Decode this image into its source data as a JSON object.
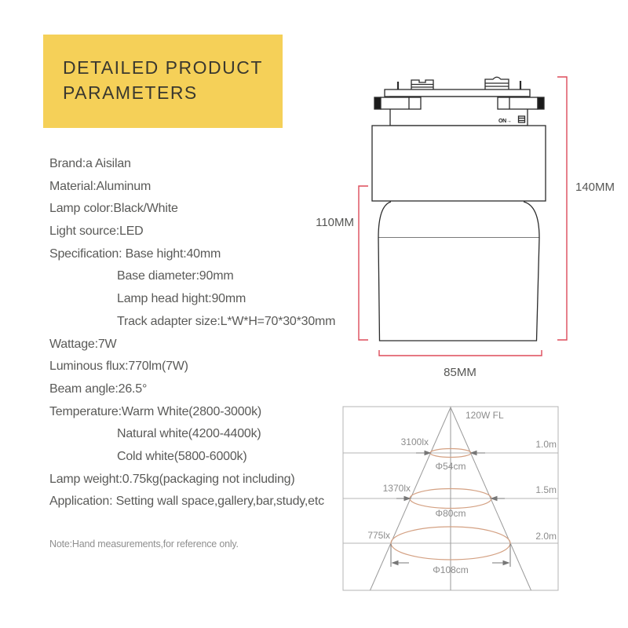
{
  "header": {
    "title": "DETAILED PRODUCT PARAMETERS"
  },
  "specs": {
    "lines": [
      {
        "text": "Brand:a Aisilan",
        "indent": false
      },
      {
        "text": "Material:Aluminum",
        "indent": false
      },
      {
        "text": "Lamp color:Black/White",
        "indent": false
      },
      {
        "text": "Light source:LED",
        "indent": false
      },
      {
        "text": "Specification: Base hight:40mm",
        "indent": false
      },
      {
        "text": "Base diameter:90mm",
        "indent": true
      },
      {
        "text": "Lamp head hight:90mm",
        "indent": true
      },
      {
        "text": "Track adapter size:L*W*H=70*30*30mm",
        "indent": true
      },
      {
        "text": "Wattage:7W",
        "indent": false
      },
      {
        "text": "Luminous flux:770lm(7W)",
        "indent": false
      },
      {
        "text": "Beam angle:26.5°",
        "indent": false
      },
      {
        "text": "Temperature:Warm White(2800-3000k)",
        "indent": false
      },
      {
        "text": "Natural white(4200-4400k)",
        "indent": true
      },
      {
        "text": "Cold white(5800-6000k)",
        "indent": true
      },
      {
        "text": "Lamp weight:0.75kg(packaging not including)",
        "indent": false
      },
      {
        "text": "Application: Setting wall space,gallery,bar,study,etc",
        "indent": false
      }
    ],
    "note": "Note:Hand measurements,for reference only."
  },
  "drawing": {
    "switch_label": "ON→",
    "dims": {
      "total_height": "140MM",
      "body_height": "110MM",
      "width": "85MM"
    }
  },
  "beam": {
    "source_label": "120W  FL",
    "levels": [
      {
        "lux": "3100lx",
        "distance": "1.0m",
        "diameter": "Φ54cm"
      },
      {
        "lux": "1370lx",
        "distance": "1.5m",
        "diameter": "Φ80cm"
      },
      {
        "lux": "775lx",
        "distance": "2.0m",
        "diameter": "Φ108cm"
      }
    ]
  },
  "colors": {
    "accent_yellow": "#F5D058",
    "dimension_red": "#DD4B5A",
    "beam_ellipse": "#D4A183",
    "body_text": "#5A5A58"
  }
}
